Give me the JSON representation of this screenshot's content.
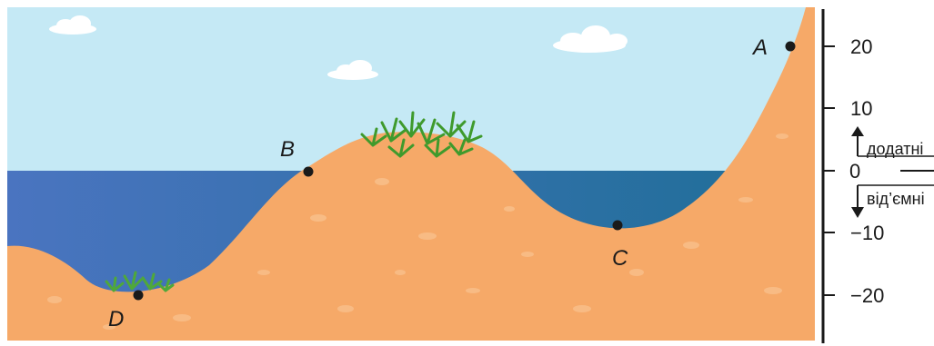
{
  "figure": {
    "points": [
      {
        "id": "A",
        "label": "A",
        "elevation": 20
      },
      {
        "id": "B",
        "label": "B",
        "elevation": 0
      },
      {
        "id": "C",
        "label": "C",
        "elevation": -9
      },
      {
        "id": "D",
        "label": "D",
        "elevation": -20
      }
    ],
    "scale": {
      "ticks": [
        {
          "value": 20,
          "label": "20"
        },
        {
          "value": 10,
          "label": "10"
        },
        {
          "value": 0,
          "label": "0"
        },
        {
          "value": -10,
          "label": "−10"
        },
        {
          "value": -20,
          "label": "−20"
        }
      ]
    },
    "legend": {
      "positive_label": "додатні",
      "negative_label": "від’ємні"
    },
    "colors": {
      "sky": "#c5e9f5",
      "sea_light": "#4a74c0",
      "sea_dark": "#1e6e97",
      "land": "#f6a968",
      "land_speckle": "#f9c08c",
      "grass": "#4fa83a",
      "ink": "#1a1a1a"
    }
  }
}
